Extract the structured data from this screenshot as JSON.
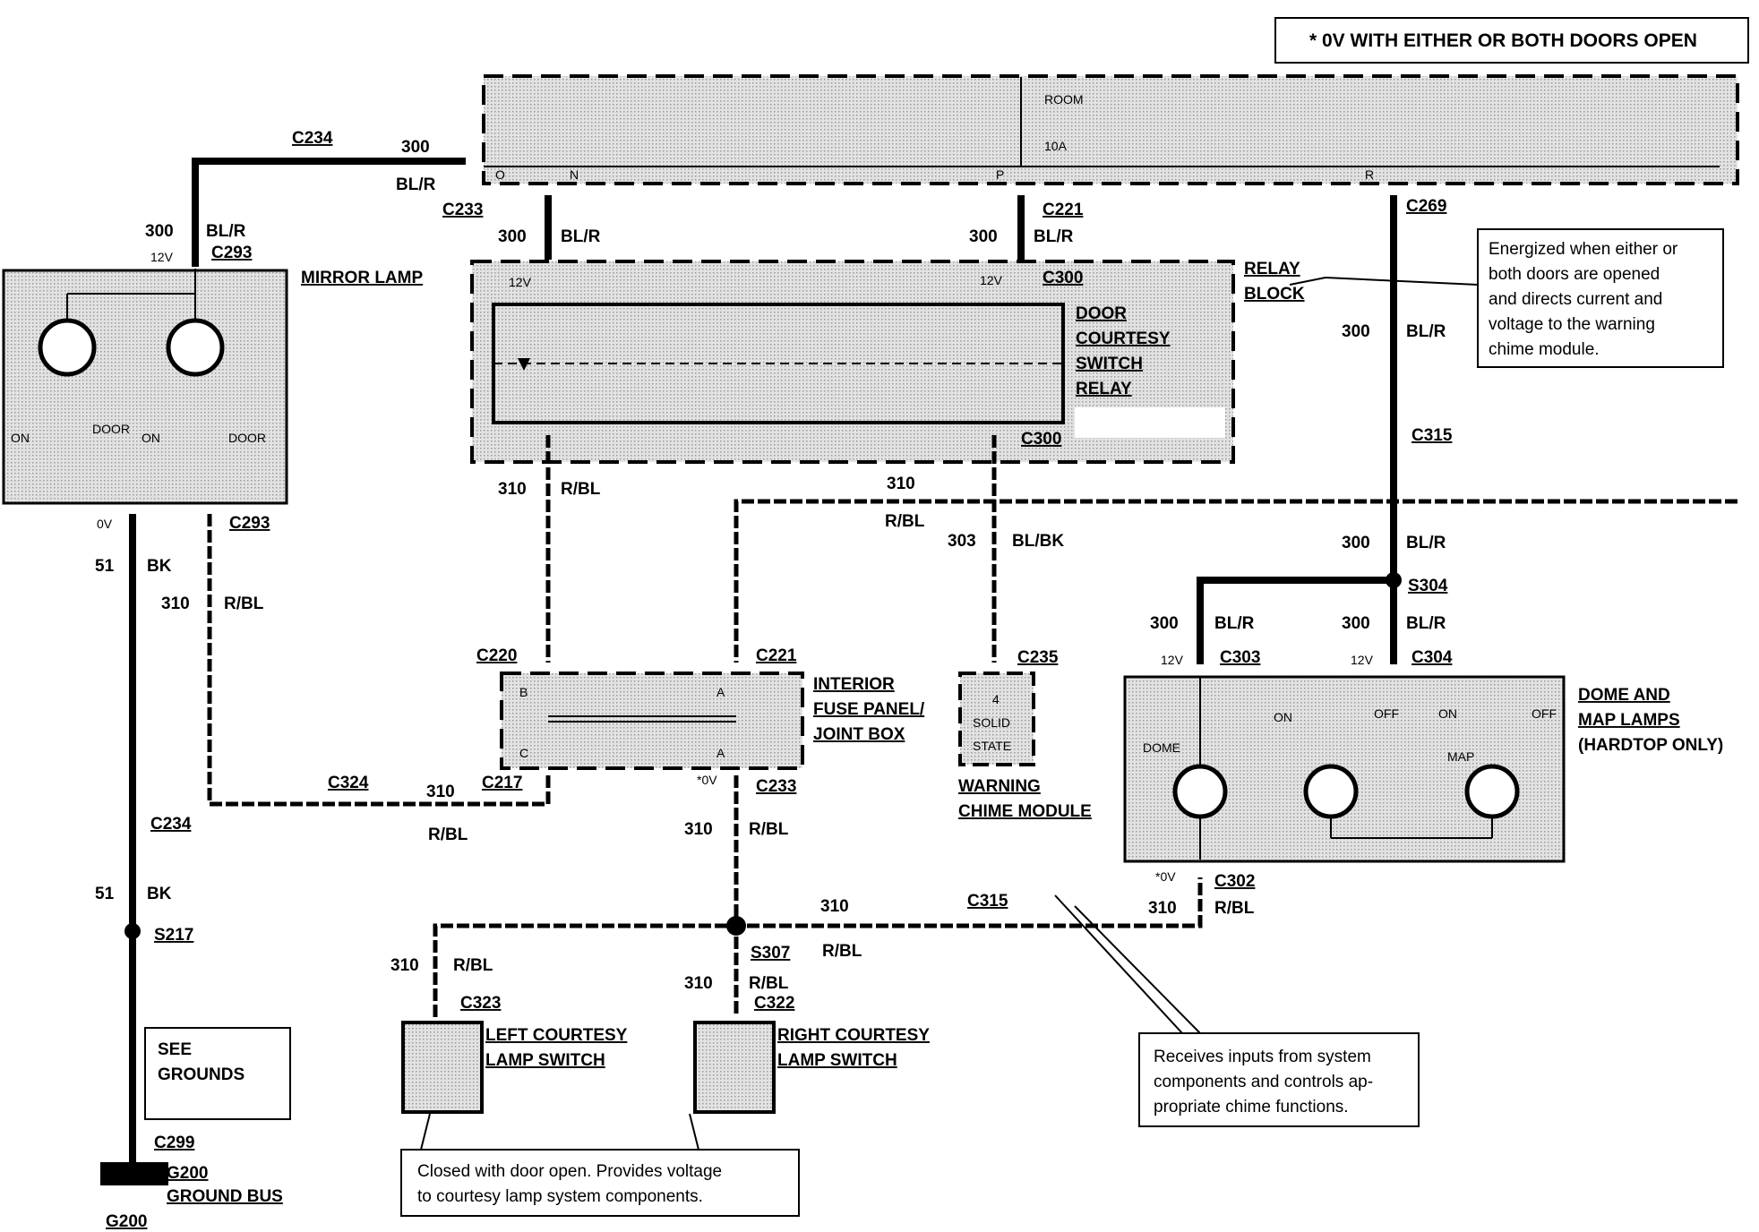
{
  "header_note": "* 0V WITH EITHER OR BOTH DOORS OPEN",
  "fuse_box": {
    "room_label": "ROOM",
    "fuse_rating": "10A",
    "pin_o": "O",
    "pin_n": "N",
    "pin_p": "P",
    "pin_r": "R"
  },
  "wires": {
    "c234_top": "C234",
    "w300_top": "300",
    "blr_top": "BL/R",
    "c233_top": "C233",
    "c221_top": "C221",
    "c269": "C269",
    "w300": "300",
    "blr": "BL/R",
    "c293_top": "C293",
    "v12": "12V",
    "c300": "C300",
    "c315": "C315",
    "s304": "S304",
    "c303": "C303",
    "c304": "C304",
    "c293_bot": "C293",
    "v0": "0V",
    "w51": "51",
    "bk": "BK",
    "w310": "310",
    "rbl": "R/BL",
    "w303": "303",
    "blbk": "BL/BK",
    "c220": "C220",
    "c221_mid": "C221",
    "c235": "C235",
    "c324": "C324",
    "c217": "C217",
    "c233_mid": "C233",
    "v0_star": "*0V",
    "c234_bot": "C234",
    "s217": "S217",
    "c315_bot": "C315",
    "c302": "C302",
    "v0_star2": "*0V",
    "s307": "S307",
    "c323": "C323",
    "c322": "C322",
    "c299": "C299",
    "g200": "G200"
  },
  "components": {
    "mirror_lamp": "MIRROR LAMP",
    "mirror_on": "ON",
    "mirror_door": "DOOR",
    "relay_block": [
      "RELAY",
      "BLOCK"
    ],
    "door_relay": [
      "DOOR",
      "COURTESY",
      "SWITCH",
      "RELAY"
    ],
    "fuse_panel": [
      "INTERIOR",
      "FUSE PANEL/",
      "JOINT BOX"
    ],
    "fp_b": "B",
    "fp_c": "C",
    "fp_a": "A",
    "chime_module": [
      "WARNING",
      "CHIME MODULE"
    ],
    "chime_inner": [
      "4",
      "SOLID",
      "STATE"
    ],
    "dome_lamps": [
      "DOME AND",
      "MAP LAMPS",
      "(HARDTOP ONLY)"
    ],
    "dome": "DOME",
    "map": "MAP",
    "on": "ON",
    "off": "OFF",
    "left_switch": [
      "LEFT COURTESY",
      "LAMP SWITCH"
    ],
    "right_switch": [
      "RIGHT COURTESY",
      "LAMP SWITCH"
    ],
    "see_grounds": [
      "SEE",
      "GROUNDS"
    ],
    "ground_bus": "GROUND BUS"
  },
  "notes": {
    "energized": [
      "Energized when either or",
      "both doors are opened",
      "and directs current and",
      "voltage to the warning",
      "chime module."
    ],
    "receives": [
      "Receives inputs from system",
      "components and controls ap-",
      "propriate chime functions."
    ],
    "closed": [
      "Closed with door open.  Provides voltage",
      "to courtesy lamp system components."
    ]
  }
}
